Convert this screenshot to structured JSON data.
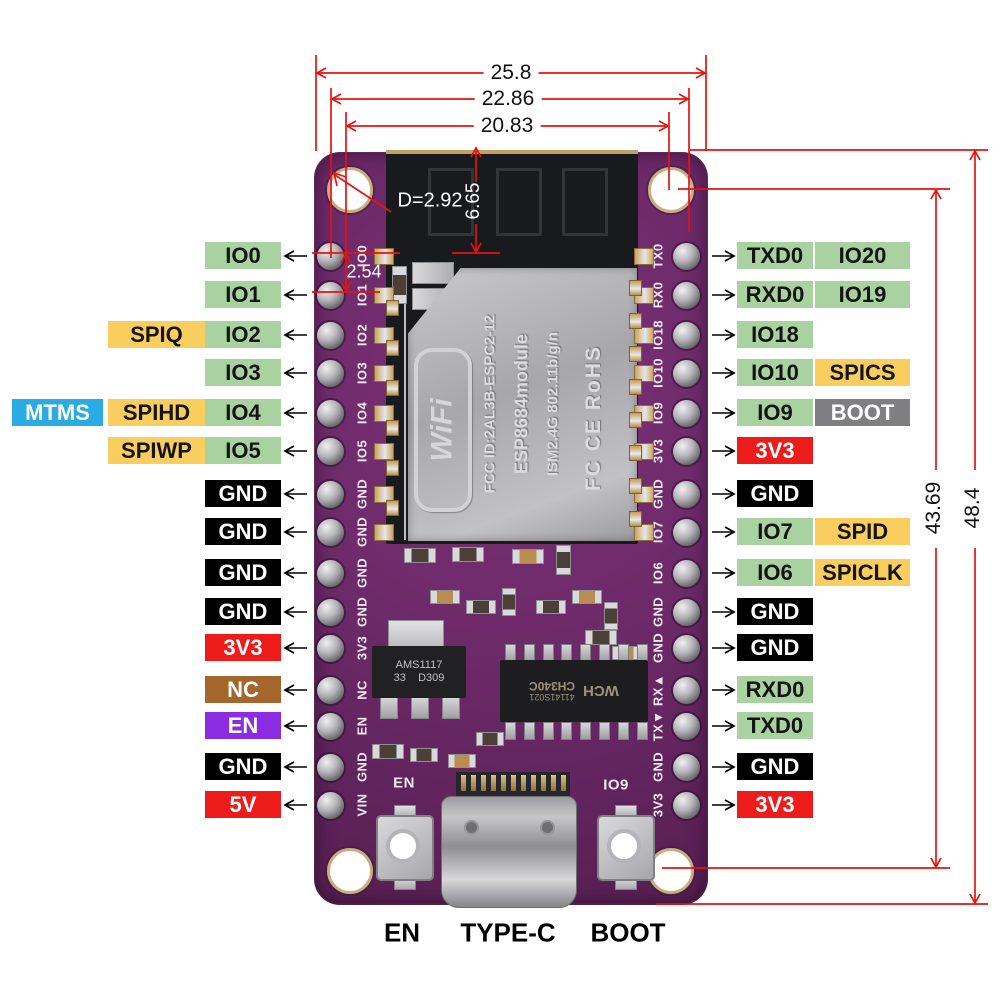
{
  "pinout": {
    "left": [
      {
        "pin": "IO0",
        "type": "io",
        "alt": []
      },
      {
        "pin": "IO1",
        "type": "io",
        "alt": []
      },
      {
        "pin": "IO2",
        "type": "io",
        "alt": [
          {
            "label": "SPIQ",
            "type": "spi"
          }
        ]
      },
      {
        "pin": "IO3",
        "type": "io",
        "alt": []
      },
      {
        "pin": "IO4",
        "type": "io",
        "alt": [
          {
            "label": "SPIHD",
            "type": "spi"
          },
          {
            "label": "MTMS",
            "type": "strap"
          }
        ]
      },
      {
        "pin": "IO5",
        "type": "io",
        "alt": [
          {
            "label": "SPIWP",
            "type": "spi"
          }
        ]
      },
      {
        "pin": "GND",
        "type": "gnd",
        "alt": []
      },
      {
        "pin": "GND",
        "type": "gnd",
        "alt": []
      },
      {
        "pin": "GND",
        "type": "gnd",
        "alt": []
      },
      {
        "pin": "GND",
        "type": "gnd",
        "alt": []
      },
      {
        "pin": "3V3",
        "type": "power",
        "alt": []
      },
      {
        "pin": "NC",
        "type": "nc",
        "alt": []
      },
      {
        "pin": "EN",
        "type": "en",
        "alt": []
      },
      {
        "pin": "GND",
        "type": "gnd",
        "alt": []
      },
      {
        "pin": "5V",
        "type": "power",
        "alt": []
      }
    ],
    "right": [
      {
        "pin": "TXD0",
        "type": "io",
        "alt": [
          {
            "label": "IO20",
            "type": "io"
          }
        ]
      },
      {
        "pin": "RXD0",
        "type": "io",
        "alt": [
          {
            "label": "IO19",
            "type": "io"
          }
        ]
      },
      {
        "pin": "IO18",
        "type": "io",
        "alt": []
      },
      {
        "pin": "IO10",
        "type": "io",
        "alt": [
          {
            "label": "SPICS",
            "type": "spi"
          }
        ]
      },
      {
        "pin": "IO9",
        "type": "io",
        "alt": [
          {
            "label": "BOOT",
            "type": "boot"
          }
        ]
      },
      {
        "pin": "3V3",
        "type": "power",
        "alt": []
      },
      {
        "pin": "GND",
        "type": "gnd",
        "alt": []
      },
      {
        "pin": "IO7",
        "type": "io",
        "alt": [
          {
            "label": "SPID",
            "type": "spi"
          }
        ]
      },
      {
        "pin": "IO6",
        "type": "io",
        "alt": [
          {
            "label": "SPICLK",
            "type": "spi"
          }
        ]
      },
      {
        "pin": "GND",
        "type": "gnd",
        "alt": []
      },
      {
        "pin": "GND",
        "type": "gnd",
        "alt": []
      },
      {
        "pin": "RXD0",
        "type": "io",
        "alt": []
      },
      {
        "pin": "TXD0",
        "type": "io",
        "alt": []
      },
      {
        "pin": "GND",
        "type": "gnd",
        "alt": []
      },
      {
        "pin": "3V3",
        "type": "power",
        "alt": []
      }
    ]
  },
  "dimensions": {
    "width_overall": "25.8",
    "pin_row_span": "22.86",
    "hole_span": "20.83",
    "hole_diameter": "D=2.92",
    "antenna_height": "6.65",
    "pin_pitch": "2.54",
    "hole_span_vertical": "43.69",
    "height_overall": "48.4"
  },
  "board": {
    "module": {
      "logo": "WiFi",
      "shield_lines": [
        "FCC ID:2AL3B-ESPC2-12",
        "ESP8684module",
        "ISM2.4G  802.11b/g/n",
        "FC CE RoHS"
      ]
    },
    "chips": {
      "regulator_line1": "AMS1117",
      "regulator_line2": "33    D309",
      "uart_serial": "41141S021",
      "uart_name": "CH340C",
      "uart_logo": "WCH"
    },
    "silkscreen": {
      "left": [
        "IO0",
        "IO1",
        "IO2",
        "IO3",
        "IO4",
        "IO5",
        "GND",
        "GND",
        "GND",
        "GND",
        "3V3",
        "NC",
        "EN",
        "GND",
        "VIN"
      ],
      "right": [
        "TX0",
        "RX0",
        "IO18",
        "IO10",
        "IO9",
        "3V3",
        "GND",
        "IO7",
        "IO6",
        "GND",
        "GND",
        "RX▲",
        "TX▼",
        "GND",
        "3V3"
      ],
      "en_button": "EN",
      "boot_button": "IO9"
    }
  },
  "bottom_labels": {
    "en": "EN",
    "usb": "TYPE-C",
    "boot": "BOOT"
  },
  "colors": {
    "io_green": "#a8d3a0",
    "spi_yellow": "#f9cd5e",
    "gnd_black": "#000000",
    "power_red": "#ee1b1b",
    "nc_brown": "#a5662c",
    "en_purple": "#8b2be2",
    "strap_blue": "#29abe3",
    "boot_gray": "#7f7f82",
    "dimension_red": "#e8120e",
    "pcb_purple": "#6d2a69"
  }
}
